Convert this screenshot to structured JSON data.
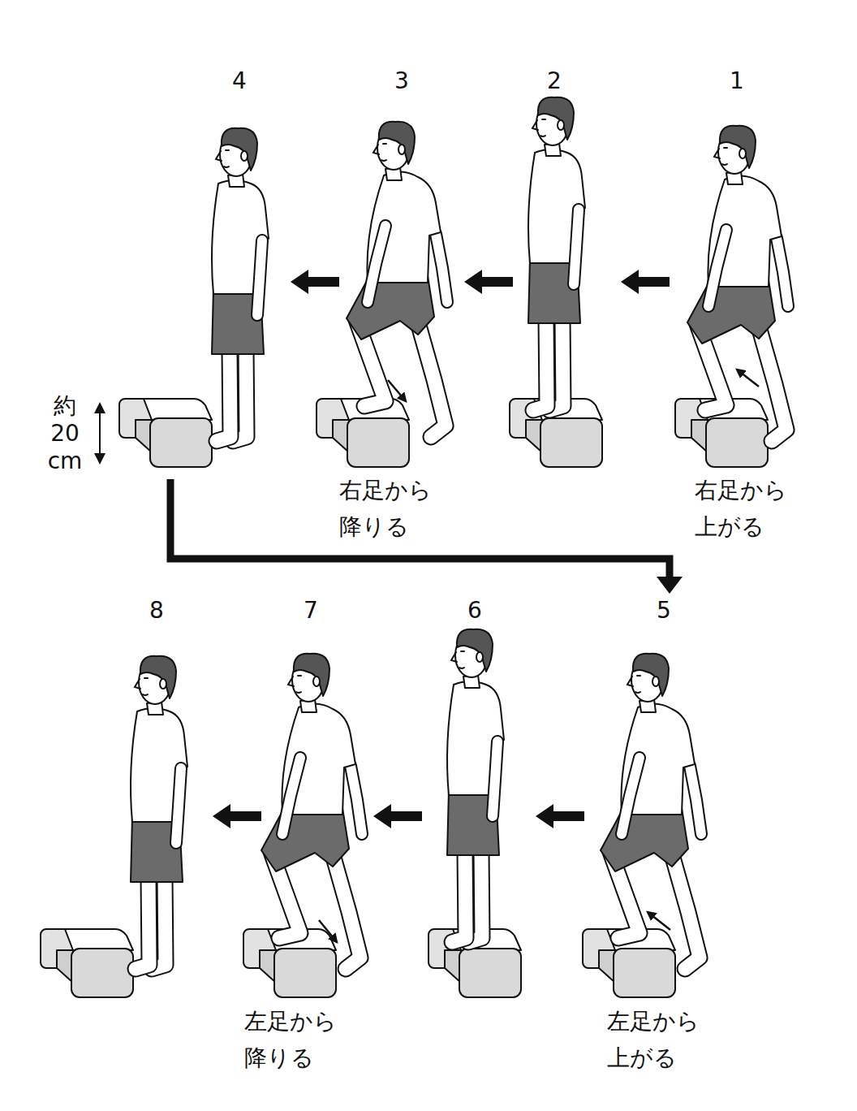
{
  "diagram": {
    "labels": [
      "1",
      "右足から 上がる",
      "2",
      "3",
      "右足から 降りる",
      "4",
      "約 20 cm",
      "5",
      "左足から 上がる",
      "6",
      "7",
      "左足から 降りる",
      "8"
    ]
  }
}
